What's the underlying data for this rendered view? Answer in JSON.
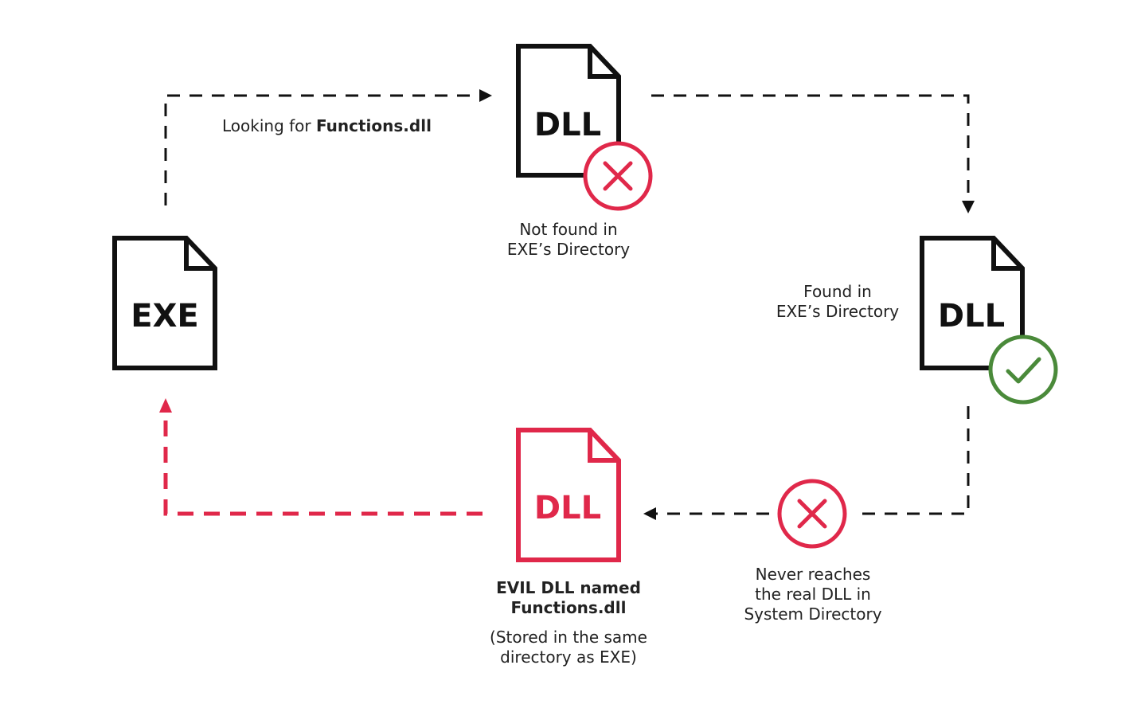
{
  "colors": {
    "black": "#111111",
    "evil": "#e0284a",
    "ok": "#4a8a3a"
  },
  "icons": {
    "fail": "x-circle-icon",
    "success": "checkmark-circle-icon",
    "file": "document-icon"
  },
  "docs": {
    "exe": {
      "label": "EXE"
    },
    "dll_missing": {
      "label": "DLL"
    },
    "dll_found": {
      "label": "DLL"
    },
    "dll_evil": {
      "label": "DLL"
    }
  },
  "labels": {
    "looking_prefix": "Looking for ",
    "looking_file": "Functions.dll",
    "not_found_line1": "Not found in",
    "not_found_line2": "EXE’s Directory",
    "found_line1": "Found in",
    "found_line2": "EXE’s Directory",
    "never_line1": "Never reaches",
    "never_line2": "the real DLL in",
    "never_line3": "System Directory",
    "evil_line1": "EVIL DLL named",
    "evil_line2": "Functions.dll",
    "stored_line1": "(Stored in the same",
    "stored_line2": "directory as EXE)"
  }
}
